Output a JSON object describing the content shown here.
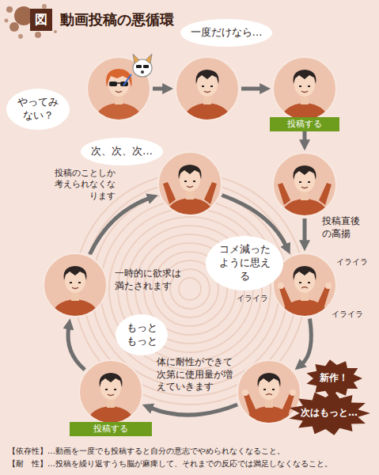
{
  "diagram": {
    "title": "動画投稿の悪循環",
    "nodes": [
      {
        "text": [
          "やってみない？"
        ]
      },
      {
        "text": [
          "一度だけなら…"
        ]
      },
      {
        "text": [
          "投稿する"
        ]
      },
      {
        "text": [
          "投稿直後の高揚"
        ]
      },
      {
        "text": [
          "コメ減ったように思える",
          "イライラ",
          "イライラ",
          "イライラ"
        ]
      },
      {
        "text": [
          "新作！",
          "次はもっと…"
        ]
      },
      {
        "text": [
          "もっともっと",
          "投稿する"
        ]
      },
      {
        "text": [
          "一時的に欲求は満たされます"
        ]
      },
      {
        "text": [
          "次、次、次…",
          "投稿のことしか考えられなくなります"
        ]
      }
    ],
    "edges": [
      {
        "from": 0,
        "to": 1,
        "arrow": "to"
      },
      {
        "from": 1,
        "to": 2,
        "arrow": "to"
      },
      {
        "from": 2,
        "to": 3,
        "arrow": "to"
      },
      {
        "from": 3,
        "to": 4,
        "arrow": "to"
      },
      {
        "from": 4,
        "to": 5,
        "arrow": "to"
      },
      {
        "from": 5,
        "to": 6,
        "arrow": "to"
      },
      {
        "from": 6,
        "to": 7,
        "arrow": "to"
      },
      {
        "from": 7,
        "to": 8,
        "arrow": "to"
      },
      {
        "from": 8,
        "to": 4,
        "arrow": "to"
      }
    ],
    "labels": [
      "図",
      "体に耐性ができて次第に使用量が増えていきます",
      "【依存性】…動画を一度でも投稿すると自分の意志でやめられなくなること。",
      "【耐　性】…投稿を繰り返すうち脳が麻痺して、それまでの反応では満足しなくなること。"
    ]
  }
}
